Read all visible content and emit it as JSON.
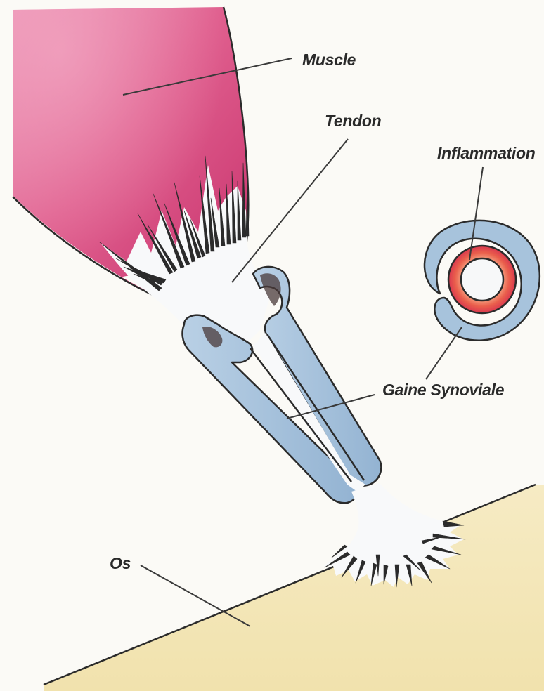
{
  "labels": {
    "muscle": "Muscle",
    "tendon": "Tendon",
    "inflammation": "Inflammation",
    "synovial_sheath": "Gaine Synoviale",
    "bone": "Os"
  },
  "colors": {
    "muscle": "#d6417a",
    "muscle_light": "#ec94b5",
    "tendon": "#f7f8f9",
    "sheath": "#a7c3dc",
    "sheath_dark": "#7f9fbf",
    "inflammation": "#e8564a",
    "inflammation_light": "#f2a283",
    "bone": "#f4e7b9",
    "outline": "#2b2b2b"
  }
}
